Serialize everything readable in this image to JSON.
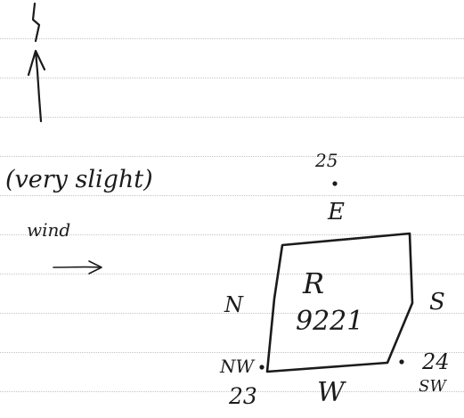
{
  "note": {
    "wind_qualifier": "(very slight)",
    "wind_label": "wind",
    "room": "R",
    "room_number": "9221",
    "side_top": "E",
    "side_left": "N",
    "side_right": "S",
    "side_bottom": "W",
    "corner_bottom_left": "NW",
    "corner_bottom_right": "SW",
    "reading_top": "25",
    "reading_bottom_left": "23",
    "reading_bottom_right": "24"
  }
}
